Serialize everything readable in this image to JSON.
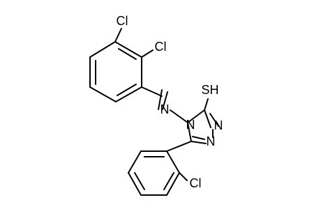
{
  "structure": {
    "atoms": {
      "cl_top": "Cl",
      "cl_right": "Cl",
      "n_imine": "N",
      "n_ring_4": "N",
      "sh": "SH",
      "n_ring_1": "N",
      "n_ring_2": "N",
      "cl_bottom": "Cl"
    }
  }
}
